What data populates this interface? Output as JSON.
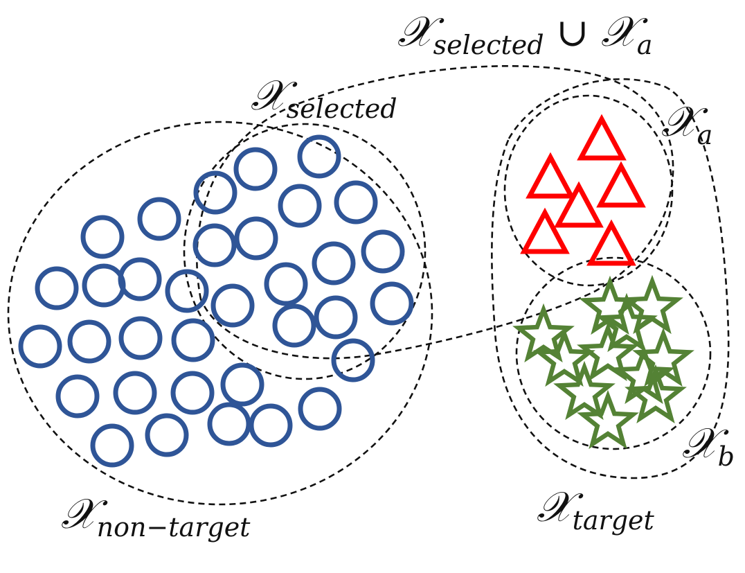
{
  "labels": {
    "union": {
      "base": "𝒳",
      "sub": "selected",
      "op": " ∪ ",
      "base2": "𝒳",
      "sub2": "a"
    },
    "selected": {
      "base": "𝒳",
      "sub": "selected"
    },
    "a": {
      "base": "𝒳",
      "sub": "a"
    },
    "b": {
      "base": "𝒳",
      "sub": "b"
    },
    "non_target": {
      "base": "𝒳",
      "sub": "non−target"
    },
    "target": {
      "base": "𝒳",
      "sub": "target"
    }
  },
  "colors": {
    "circle": "#2f5597",
    "triangle": "#ff0000",
    "star": "#548235",
    "dashed_outline": "#111111"
  },
  "items": {
    "circle_count": 34,
    "triangle_count": 6,
    "star_count": 11
  }
}
